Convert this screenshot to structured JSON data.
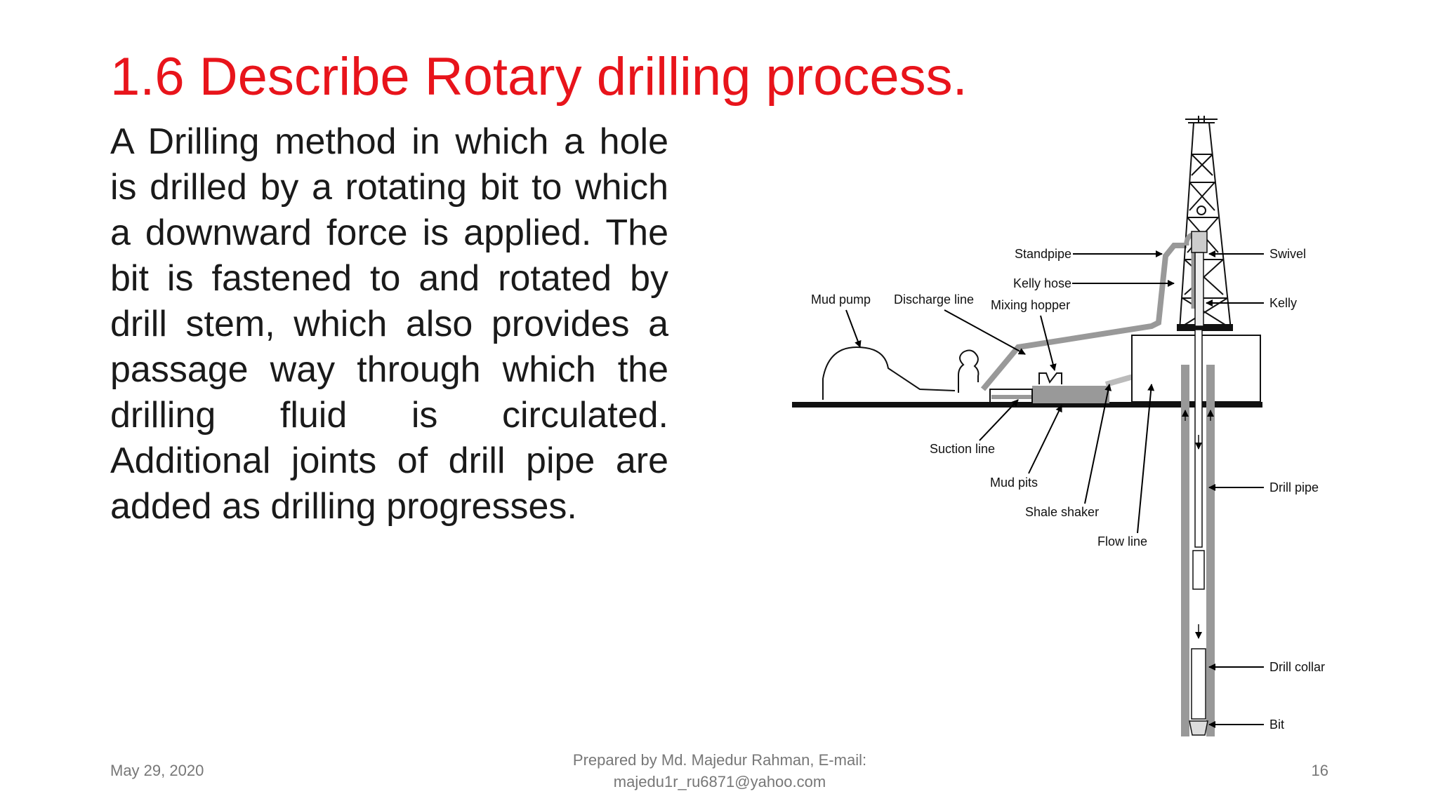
{
  "slide": {
    "title": "1.6 Describe Rotary drilling process.",
    "body": "A Drilling method in which a hole is drilled by a rotating bit to which a downward force is applied. The bit is fastened to and rotated by drill stem, which also provides a passage way through which the drilling fluid is circulated. Additional joints of drill pipe are added as drilling progresses."
  },
  "diagram": {
    "labels": {
      "standpipe": "Standpipe",
      "swivel": "Swivel",
      "kelly_hose": "Kelly hose",
      "kelly": "Kelly",
      "mud_pump": "Mud pump",
      "discharge_line": "Discharge line",
      "mixing_hopper": "Mixing hopper",
      "suction_line": "Suction line",
      "mud_pits": "Mud pits",
      "shale_shaker": "Shale shaker",
      "flow_line": "Flow line",
      "drill_pipe": "Drill pipe",
      "drill_collar": "Drill collar",
      "bit": "Bit"
    }
  },
  "footer": {
    "date": "May 29, 2020",
    "credit_line1": "Prepared by Md. Majedur Rahman, E-mail:",
    "credit_line2": "majedu1r_ru6871@yahoo.com",
    "page_number": "16"
  }
}
